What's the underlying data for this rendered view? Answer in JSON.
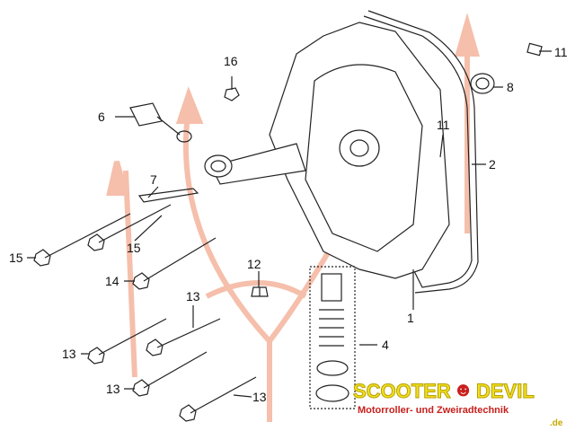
{
  "diagram": {
    "callouts": [
      "16",
      "6",
      "7",
      "15",
      "15",
      "14",
      "12",
      "13",
      "13",
      "13",
      "13",
      "11",
      "8",
      "11",
      "2",
      "1",
      "4"
    ]
  },
  "logo": {
    "brand_left": "SCOOTER",
    "brand_right": "DEVIL",
    "tagline": "Motorroller- und Zweiradtechnik",
    "tld": ".de"
  },
  "colors": {
    "watermark": "#f4b9a2",
    "logo_yellow": "#f0e020",
    "logo_red": "#c8201c"
  }
}
